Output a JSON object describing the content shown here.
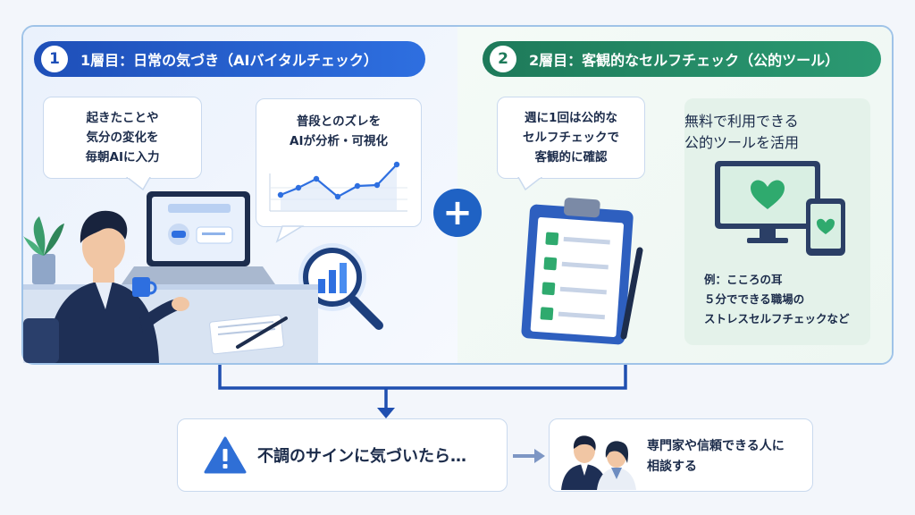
{
  "step1": {
    "number": "1",
    "title": "1層目：日常の気づき（AIバイタルチェック）",
    "bubble_input": [
      "起きたことや",
      "気分の変化を",
      "毎朝AIに入力"
    ],
    "bubble_analysis": [
      "普段とのズレを",
      "AIが分析・可視化"
    ]
  },
  "plus_symbol": "+",
  "step2": {
    "number": "2",
    "title": "2層目：客観的なセルフチェック（公的ツール）",
    "bubble_weekly": [
      "週に1回は公的な",
      "セルフチェックで",
      "客観的に確認"
    ],
    "panel_title": [
      "無料で利用できる",
      "公的ツールを活用"
    ],
    "panel_examples": [
      "例：こころの耳",
      "５分でできる職場の",
      "ストレスセルフチェックなど"
    ]
  },
  "bottom": {
    "warning_text": "不調のサインに気づいたら…",
    "consult_text": [
      "専門家や信頼できる人に",
      "相談する"
    ]
  },
  "colors": {
    "blue": "#1e4fb8",
    "green": "#1e7a5a",
    "warning": "#2f6fd6"
  }
}
